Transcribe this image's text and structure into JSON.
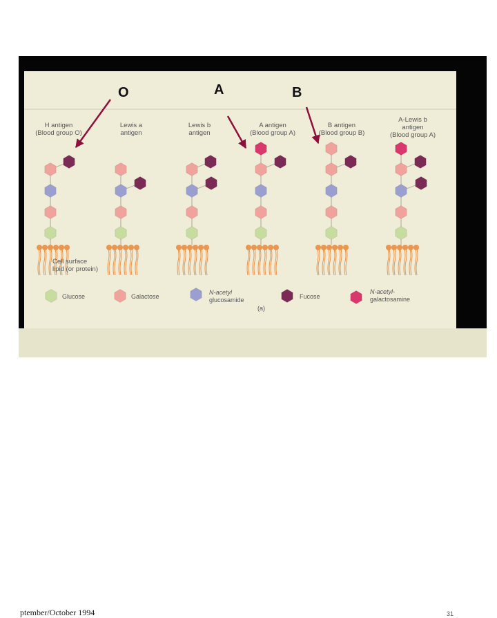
{
  "group_letters": {
    "o": "O",
    "a": "A",
    "b": "B"
  },
  "columns": [
    {
      "line1": "H antigen",
      "line2": "(Blood group O)",
      "line3": ""
    },
    {
      "line1": "Lewis a",
      "line2": "antigen",
      "line3": ""
    },
    {
      "line1": "Lewis b",
      "line2": "antigen",
      "line3": ""
    },
    {
      "line1": "A antigen",
      "line2": "(Blood group A)",
      "line3": ""
    },
    {
      "line1": "B antigen",
      "line2": "(Blood group B)",
      "line3": ""
    },
    {
      "line1": "A-Lewis b",
      "line2": "antigen",
      "line3": "(Blood group A)"
    }
  ],
  "cell_label": {
    "line1": "Cell surface",
    "line2": "lipid (or protein)"
  },
  "legend": {
    "glucose": "Glucose",
    "galactose": "Galactose",
    "glcnac_line1": "N-acetyl",
    "glcnac_line2": "glucosamide",
    "fucose": "Fucose",
    "galnac_line1": "N-acetyl-",
    "galnac_line2": "galactosamine",
    "panel_mark": "(a)"
  },
  "colors": {
    "glucose": "#c6dd9f",
    "galactose": "#f0a29c",
    "glcnac": "#9b9fcf",
    "fucose": "#7a2a55",
    "galnac": "#d8386b",
    "lipid": "#e9964f",
    "arrow": "#8e0f3a"
  },
  "footer": {
    "text": "ptember/October 1994",
    "page": "31"
  }
}
